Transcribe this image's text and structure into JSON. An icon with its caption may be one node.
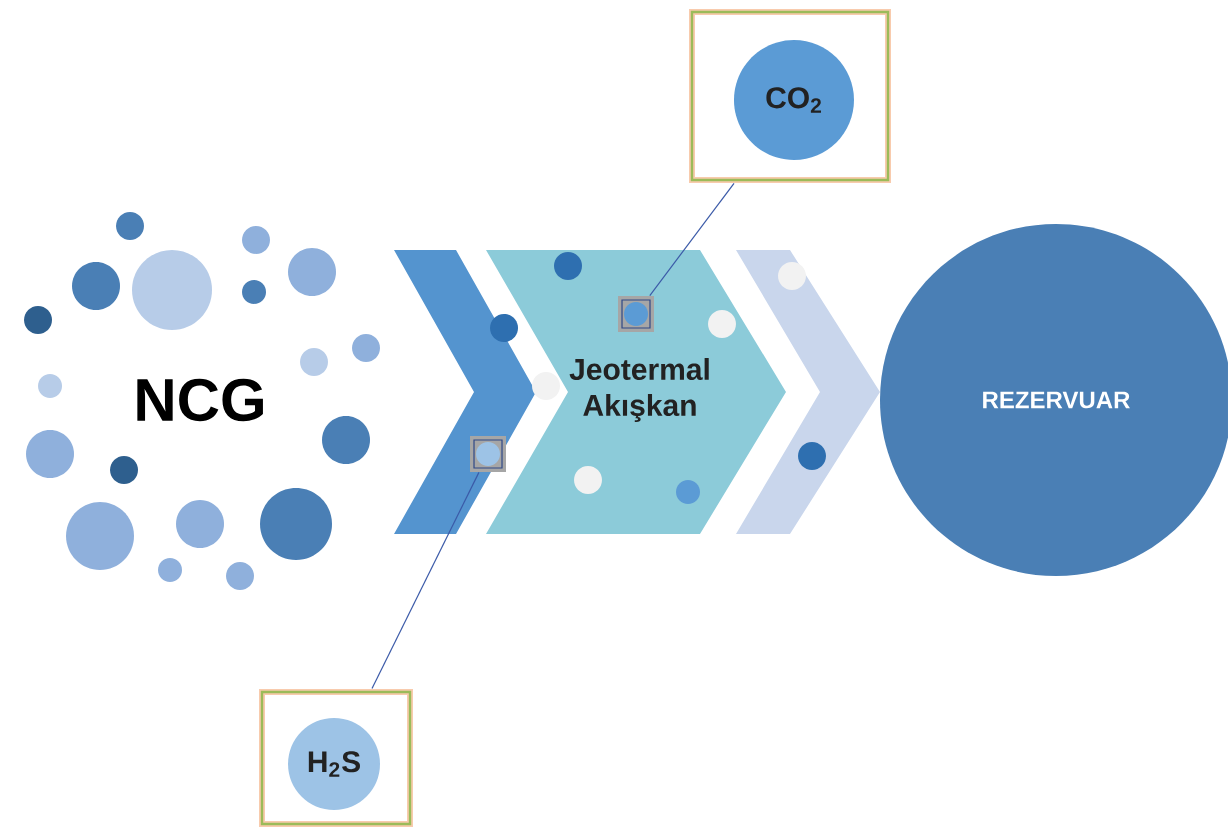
{
  "diagram": {
    "nodes": [
      {
        "text": [
          "NCG"
        ]
      },
      {
        "text": [],
        "shape": "chevron"
      },
      {
        "text": [
          "Jeotermal Akışkan"
        ]
      },
      {
        "text": [],
        "shape": "chevron"
      },
      {
        "text": [
          "REZERVUAR"
        ]
      },
      {
        "text": [],
        "shape": "box"
      },
      {
        "text": [
          "CO$_{2}$"
        ],
        "in": 5
      },
      {
        "text": [],
        "shape": "box",
        "in": 2
      },
      {
        "text": [],
        "shape": "box"
      },
      {
        "text": [
          "H$_{2}$S"
        ],
        "in": 8
      },
      {
        "text": [],
        "shape": "box",
        "in": 1
      }
    ],
    "edges": [
      {
        "from": 5,
        "to": 7,
        "arrow": "none"
      },
      {
        "from": 8,
        "to": 10,
        "arrow": "none"
      }
    ]
  }
}
